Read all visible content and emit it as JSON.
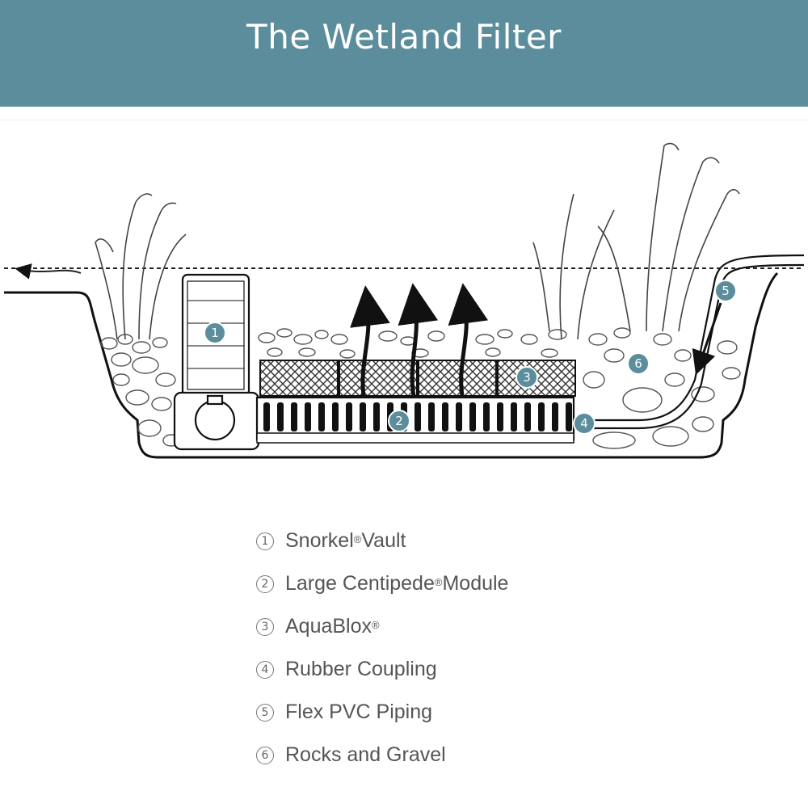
{
  "header": {
    "title": "The Wetland Filter"
  },
  "diagram": {
    "markers": [
      {
        "num": "1"
      },
      {
        "num": "2"
      },
      {
        "num": "3"
      },
      {
        "num": "4"
      },
      {
        "num": "5"
      },
      {
        "num": "6"
      }
    ],
    "marker_color": "#5b8d9c"
  },
  "legend": {
    "items": [
      {
        "num": "1",
        "name": "Snorkel",
        "mark": "®",
        "suffix": " Vault"
      },
      {
        "num": "2",
        "name": "Large Centipede",
        "mark": "®",
        "suffix": " Module"
      },
      {
        "num": "3",
        "name": "AquaBlox",
        "mark": "®",
        "suffix": ""
      },
      {
        "num": "4",
        "name": "Rubber Coupling",
        "mark": "",
        "suffix": ""
      },
      {
        "num": "5",
        "name": "Flex PVC Piping",
        "mark": "",
        "suffix": ""
      },
      {
        "num": "6",
        "name": "Rocks and Gravel",
        "mark": "",
        "suffix": ""
      }
    ]
  },
  "colors": {
    "banner": "#5b8d9c",
    "line": "#1a1a1a",
    "legend_text": "#555555"
  }
}
